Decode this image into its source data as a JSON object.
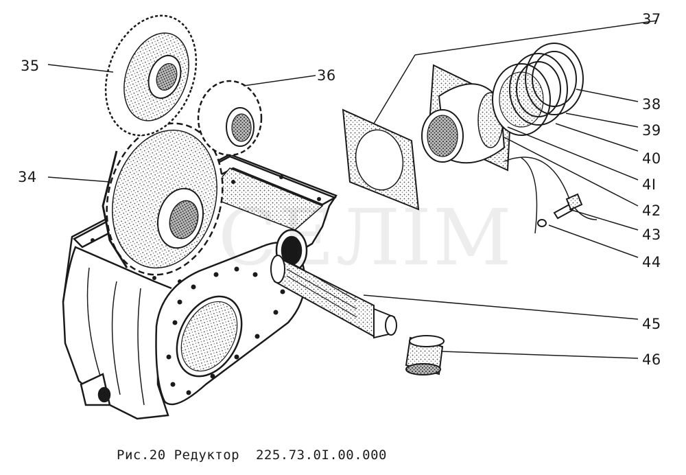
{
  "watermark": "СЕЛІМ",
  "caption": "Рис.20 Редуктор  225.73.0I.00.000",
  "callouts": {
    "c34": "34",
    "c35": "35",
    "c36": "36",
    "c37": "37",
    "c38": "38",
    "c39": "39",
    "c40": "40",
    "c41": "4I",
    "c42": "42",
    "c43": "43",
    "c44": "44",
    "c45": "45",
    "c46": "46"
  },
  "colors": {
    "ink": "#1a1a1a",
    "shade": "#555555",
    "paper": "#ffffff"
  }
}
